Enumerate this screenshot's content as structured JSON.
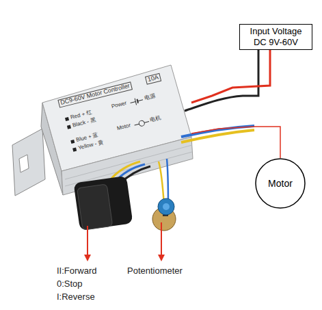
{
  "diagram": {
    "nodes": [
      {
        "text": [
          "Input Voltage",
          "DC 9V-60V"
        ]
      },
      {
        "text": [
          "DC9-60V Motor Controller",
          "10A",
          "Red + 红",
          "Black - 黑",
          "Power",
          "电源",
          "Blue + 蓝",
          "Yellow - 黄",
          "Motor",
          "电机"
        ]
      },
      {
        "text": [
          "Motor"
        ]
      }
    ],
    "edges": [
      {
        "from": 1,
        "to": 0,
        "arrow": "none"
      },
      {
        "from": 1,
        "to": 2,
        "arrow": "none"
      }
    ],
    "labels": [
      "II:Forward",
      "0:Stop",
      "I:Reverse",
      "Potentiometer"
    ]
  }
}
